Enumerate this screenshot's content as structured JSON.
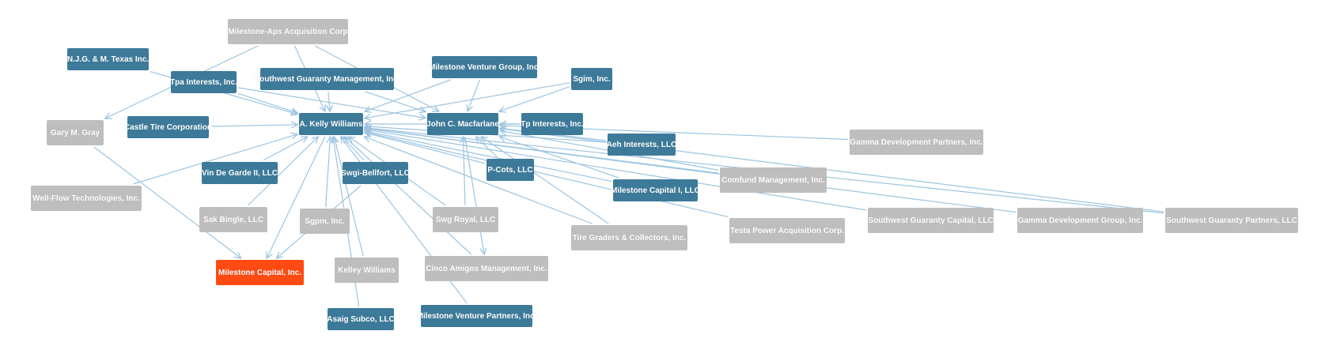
{
  "colors": {
    "entity_node": "#3d7a9a",
    "related_node": "#bebebe",
    "focus_node": "#ff4a12",
    "edge": "#9cc4e0",
    "label": "#ffffff"
  },
  "nodes": [
    {
      "id": "milestone-aps",
      "label": "Milestone-Aps Acquisition Corp",
      "kind": "gray"
    },
    {
      "id": "njg",
      "label": "N.J.G. & M. Texas Inc.",
      "kind": "blue"
    },
    {
      "id": "tpa",
      "label": "Tpa Interests, Inc.",
      "kind": "blue"
    },
    {
      "id": "sgmi",
      "label": "Southwest Guaranty Management, Inc.",
      "kind": "blue"
    },
    {
      "id": "mvg",
      "label": "Milestone Venture Group, Inc.",
      "kind": "blue"
    },
    {
      "id": "sgim",
      "label": "Sgim, Inc.",
      "kind": "blue"
    },
    {
      "id": "gary",
      "label": "Gary M. Gray",
      "kind": "gray"
    },
    {
      "id": "castle",
      "label": "Castle Tire Corporation",
      "kind": "blue"
    },
    {
      "id": "akw",
      "label": "A. Kelly Williams",
      "kind": "blue"
    },
    {
      "id": "jcm",
      "label": "John C. Macfarlane",
      "kind": "blue"
    },
    {
      "id": "tp",
      "label": "Tp Interests, Inc.",
      "kind": "blue"
    },
    {
      "id": "aeh",
      "label": "Aeh Interests, LLC",
      "kind": "blue"
    },
    {
      "id": "gdp",
      "label": "Gamma Development Partners, Inc.",
      "kind": "gray"
    },
    {
      "id": "vdg",
      "label": "Vin De Garde II, LLC",
      "kind": "blue"
    },
    {
      "id": "swgb",
      "label": "Swgi-Bellfort, LLC",
      "kind": "blue"
    },
    {
      "id": "pcots",
      "label": "P-Cots, LLC",
      "kind": "blue"
    },
    {
      "id": "mc1",
      "label": "Milestone Capital I, LLC",
      "kind": "blue"
    },
    {
      "id": "comfund",
      "label": "Comfund Management, Inc.",
      "kind": "gray"
    },
    {
      "id": "wellflow",
      "label": "Well-Flow Technologies, Inc.",
      "kind": "gray"
    },
    {
      "id": "sak",
      "label": "Sak Bingle, LLC",
      "kind": "gray"
    },
    {
      "id": "sgpm",
      "label": "Sgpm, Inc.",
      "kind": "gray"
    },
    {
      "id": "swgr",
      "label": "Swg Royal, LLC",
      "kind": "gray"
    },
    {
      "id": "tgc",
      "label": "Tire Graders & Collectors, Inc.",
      "kind": "gray"
    },
    {
      "id": "testa",
      "label": "Testa Power Acquisition Corp.",
      "kind": "gray"
    },
    {
      "id": "sgc",
      "label": "Southwest Guaranty Capital, LLC",
      "kind": "gray"
    },
    {
      "id": "gdg",
      "label": "Gamma Development Group, Inc.",
      "kind": "gray"
    },
    {
      "id": "sgp",
      "label": "Southwest Guaranty Partners, LLC",
      "kind": "gray"
    },
    {
      "id": "mci",
      "label": "Milestone Capital, Inc.",
      "kind": "orange"
    },
    {
      "id": "kelley",
      "label": "Kelley Williams",
      "kind": "gray"
    },
    {
      "id": "cinco",
      "label": "Cinco Amigos Management, Inc.",
      "kind": "gray"
    },
    {
      "id": "asaig",
      "label": "Asaig Subco, LLC",
      "kind": "blue"
    },
    {
      "id": "mvp",
      "label": "Milestone Venture Partners, Inc.",
      "kind": "blue"
    }
  ],
  "edges": [
    {
      "from": "milestone-aps",
      "to": "akw"
    },
    {
      "from": "milestone-aps",
      "to": "jcm"
    },
    {
      "from": "milestone-aps",
      "to": "gary"
    },
    {
      "from": "njg",
      "to": "akw"
    },
    {
      "from": "tpa",
      "to": "akw"
    },
    {
      "from": "tpa",
      "to": "jcm"
    },
    {
      "from": "sgmi",
      "to": "akw"
    },
    {
      "from": "sgmi",
      "to": "jcm"
    },
    {
      "from": "mvg",
      "to": "akw"
    },
    {
      "from": "mvg",
      "to": "jcm"
    },
    {
      "from": "sgim",
      "to": "jcm"
    },
    {
      "from": "sgim",
      "to": "akw"
    },
    {
      "from": "gary",
      "to": "mci"
    },
    {
      "from": "castle",
      "to": "akw"
    },
    {
      "from": "tp",
      "to": "akw"
    },
    {
      "from": "tp",
      "to": "jcm"
    },
    {
      "from": "aeh",
      "to": "akw"
    },
    {
      "from": "aeh",
      "to": "jcm"
    },
    {
      "from": "gdp",
      "to": "jcm"
    },
    {
      "from": "vdg",
      "to": "akw"
    },
    {
      "from": "swgb",
      "to": "akw"
    },
    {
      "from": "swgb",
      "to": "mci"
    },
    {
      "from": "pcots",
      "to": "akw"
    },
    {
      "from": "pcots",
      "to": "jcm"
    },
    {
      "from": "mc1",
      "to": "akw"
    },
    {
      "from": "mc1",
      "to": "jcm"
    },
    {
      "from": "comfund",
      "to": "akw"
    },
    {
      "from": "comfund",
      "to": "jcm"
    },
    {
      "from": "wellflow",
      "to": "akw"
    },
    {
      "from": "sak",
      "to": "akw"
    },
    {
      "from": "sgpm",
      "to": "akw"
    },
    {
      "from": "akw",
      "to": "mci"
    },
    {
      "from": "swgr",
      "to": "akw"
    },
    {
      "from": "swgr",
      "to": "jcm"
    },
    {
      "from": "tgc",
      "to": "akw"
    },
    {
      "from": "tgc",
      "to": "jcm"
    },
    {
      "from": "testa",
      "to": "akw"
    },
    {
      "from": "sgc",
      "to": "akw"
    },
    {
      "from": "gdg",
      "to": "akw"
    },
    {
      "from": "sgp",
      "to": "akw"
    },
    {
      "from": "sgp",
      "to": "jcm"
    },
    {
      "from": "kelley",
      "to": "akw"
    },
    {
      "from": "cinco",
      "to": "akw"
    },
    {
      "from": "jcm",
      "to": "cinco"
    },
    {
      "from": "asaig",
      "to": "akw"
    },
    {
      "from": "mvp",
      "to": "akw"
    }
  ]
}
